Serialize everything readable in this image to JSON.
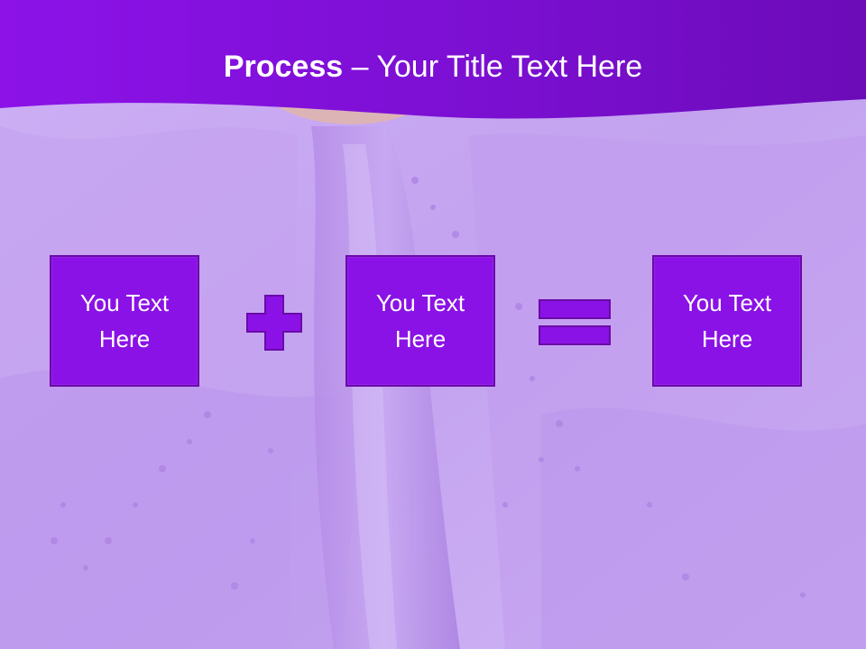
{
  "slide": {
    "title_bold": "Process",
    "title_rest": " – Your Title Text Here"
  },
  "process": {
    "box_1": "You Text Here",
    "box_2": "You Text Here",
    "box_3": "You Text Here",
    "operator_1": "plus-icon",
    "operator_2": "equals-icon"
  },
  "colors": {
    "header": "#7a0fd0",
    "box_fill": "#8b12e6",
    "box_border": "#6a0aa8",
    "background": "#c9aaf2"
  }
}
